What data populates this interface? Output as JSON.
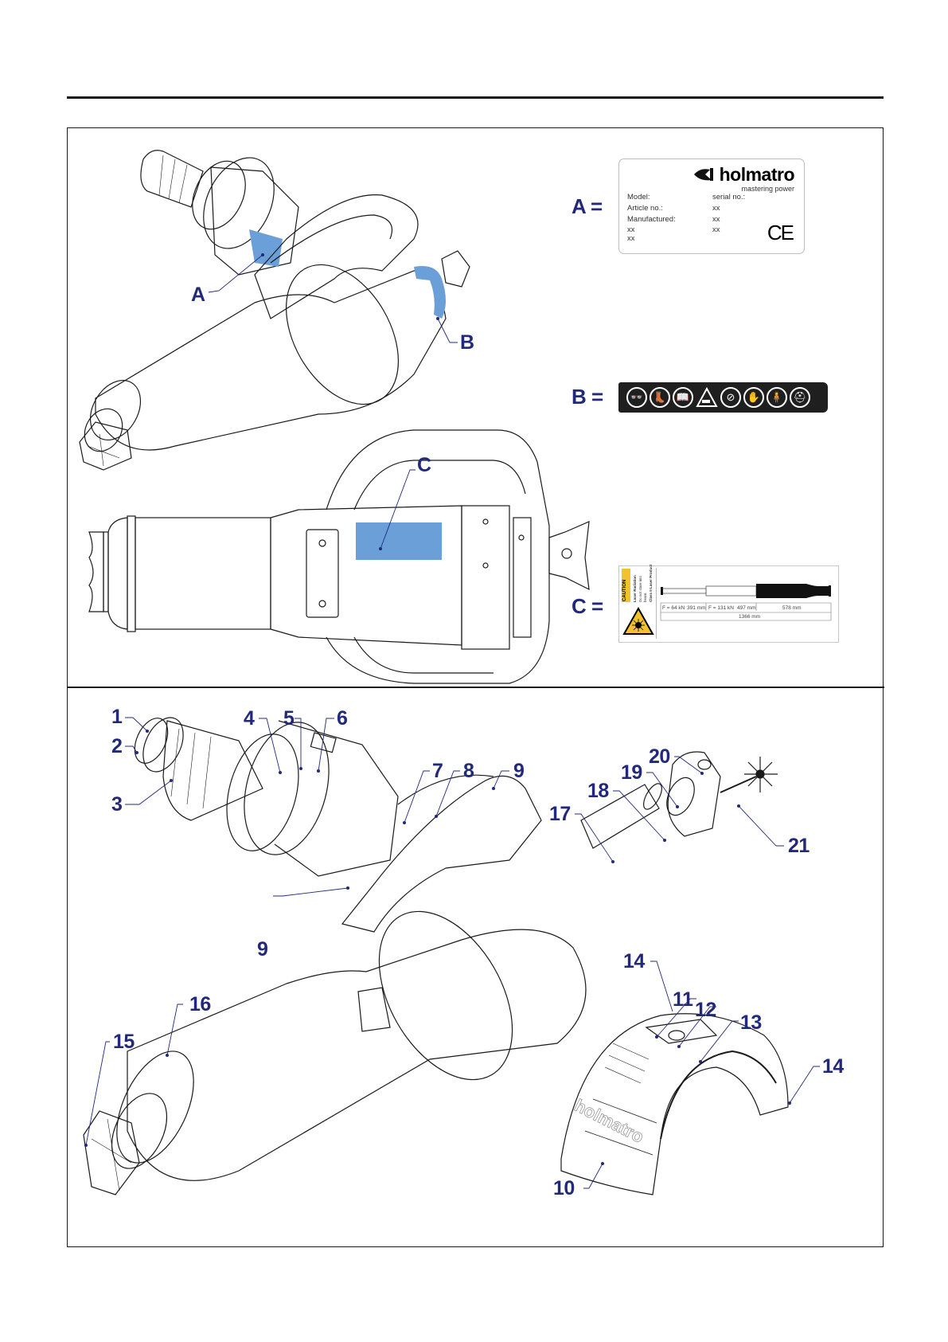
{
  "page": {
    "section_rule": true
  },
  "top_panel": {
    "callouts": {
      "a": "A",
      "b": "B",
      "c": "C"
    },
    "highlight_color": "#6a9fd8",
    "labels": {
      "a": {
        "key": "A =",
        "brand": "holmatro",
        "tagline": "mastering power",
        "rows_left": [
          "Model:",
          "Article no.:",
          "Manufactured:",
          "xx",
          "xx"
        ],
        "rows_right": [
          "serial no.:",
          "xx",
          "xx",
          "xx"
        ],
        "mark": "CE"
      },
      "b": {
        "key": "B =",
        "pictograms": [
          "safety-glasses-icon",
          "safety-boots-icon",
          "read-manual-icon",
          "crush-hazard-icon",
          "no-hands-icon",
          "gloves-icon",
          "protective-suit-icon",
          "helmet-icon"
        ]
      },
      "c": {
        "key": "C =",
        "caution_title": "CAUTION",
        "caution_heading": "Laser Radiation",
        "caution_line1": "Do not stare into",
        "caution_line2": "beam.",
        "caution_class": "Class II Laser Product",
        "dimensions": {
          "stage1_force": "F = 64 kN",
          "stage1_length": "391 mm",
          "stage2_force": "F = 131 kN",
          "stage2_length": "497 mm",
          "body_length": "578 mm",
          "total_length": "1366 mm"
        }
      }
    }
  },
  "bottom_panel": {
    "callouts": [
      "1",
      "2",
      "3",
      "4",
      "5",
      "6",
      "7",
      "8",
      "9",
      "9",
      "10",
      "11",
      "12",
      "13",
      "14",
      "14",
      "15",
      "16",
      "17",
      "18",
      "19",
      "20",
      "21"
    ],
    "cover_brand": "holmatro"
  },
  "colors": {
    "callout_text": "#23297a",
    "line_art": "#1a1a1a",
    "label_b_background": "#1f1f1f",
    "caution_yellow": "#f2c12e"
  }
}
